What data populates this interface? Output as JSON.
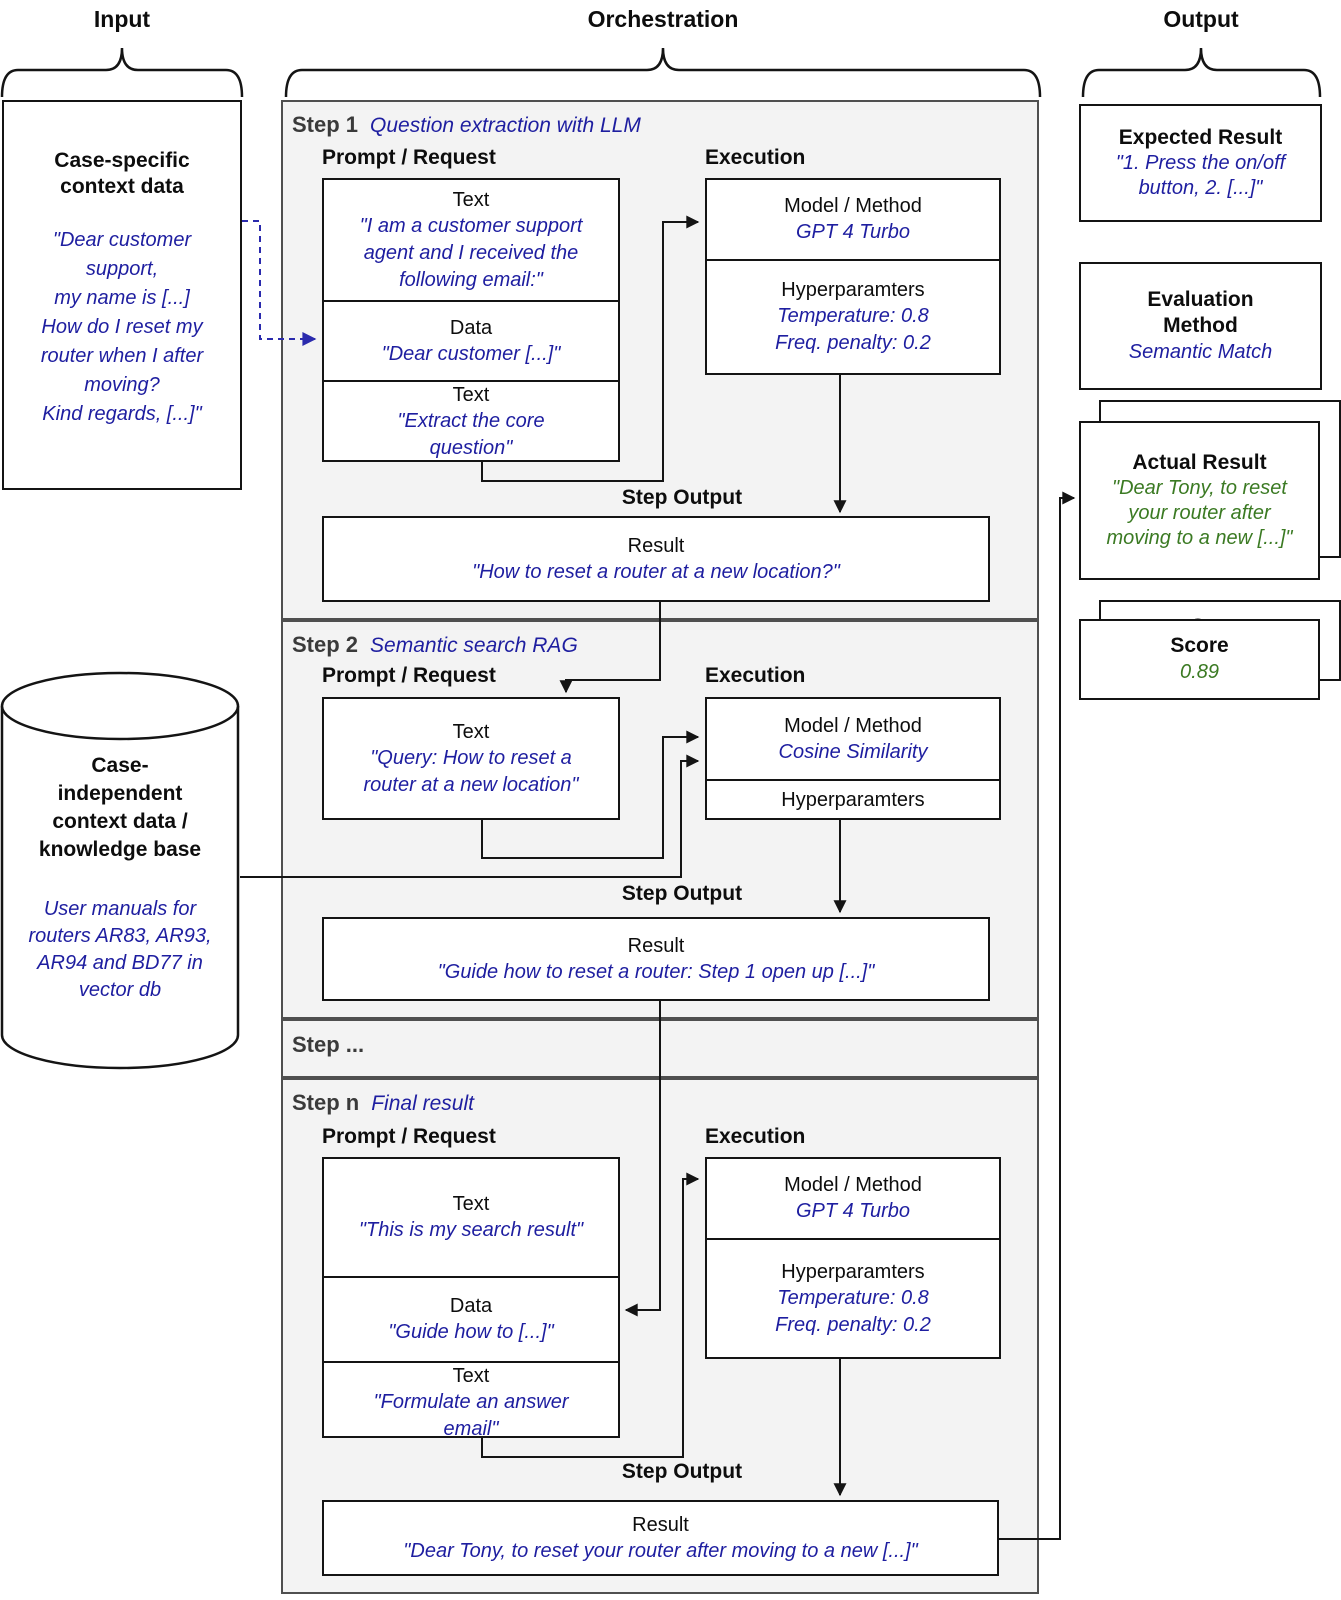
{
  "colors": {
    "accent_blue": "#1e1ea0",
    "result_green": "#3b7a23",
    "step_fill": "#f3f3f3"
  },
  "sections": {
    "input": "Input",
    "orchestration": "Orchestration",
    "output": "Output"
  },
  "input": {
    "case_specific": {
      "title": "Case-specific\ncontext data",
      "quote": "\"Dear customer\nsupport,\nmy name is [...]\nHow do I reset my\nrouter when I after\nmoving?\nKind regards, [...]\""
    },
    "knowledge_base": {
      "title": "Case-\nindependent\ncontext data /\nknowledge base",
      "quote": "User manuals for\nrouters AR83, AR93,\nAR94 and BD77 in\nvector db"
    }
  },
  "steps": {
    "step1": {
      "title": "Step 1",
      "subtitle": "Question extraction with LLM",
      "prompt_header": "Prompt / Request",
      "execution_header": "Execution",
      "output_header": "Step Output",
      "prompt_items": [
        {
          "label": "Text",
          "value": "\"I am a customer support\nagent and I received the\nfollowing email:\""
        },
        {
          "label": "Data",
          "value": "\"Dear customer [...]\""
        },
        {
          "label": "Text",
          "value": "\"Extract  the core\nquestion\""
        }
      ],
      "model_label": "Model / Method",
      "model_value": "GPT 4 Turbo",
      "hyper_label": "Hyperparamters",
      "hyper_value": "Temperature: 0.8\nFreq. penalty: 0.2",
      "result_label": "Result",
      "result_value": "\"How to reset a router at a new location?\""
    },
    "step2": {
      "title": "Step 2",
      "subtitle": "Semantic search RAG",
      "prompt_header": "Prompt / Request",
      "execution_header": "Execution",
      "output_header": "Step Output",
      "prompt_items": [
        {
          "label": "Text",
          "value": "\"Query: How to reset a\nrouter at a new location\""
        }
      ],
      "model_label": "Model / Method",
      "model_value": "Cosine Similarity",
      "hyper_label": "Hyperparamters",
      "result_label": "Result",
      "result_value": "\"Guide how to reset a router: Step 1 open up [...]\""
    },
    "step_dots": {
      "title": "Step ..."
    },
    "stepn": {
      "title": "Step n",
      "subtitle": "Final result",
      "prompt_header": "Prompt / Request",
      "execution_header": "Execution",
      "output_header": "Step Output",
      "prompt_items": [
        {
          "label": "Text",
          "value": "\"This is my search result\""
        },
        {
          "label": "Data",
          "value": "\"Guide how to [...]\""
        },
        {
          "label": "Text",
          "value": "\"Formulate an answer\nemail\""
        }
      ],
      "model_label": "Model / Method",
      "model_value": "GPT 4 Turbo",
      "hyper_label": "Hyperparamters",
      "hyper_value": "Temperature: 0.8\nFreq. penalty: 0.2",
      "result_label": "Result",
      "result_value": "\"Dear Tony, to reset your router after moving to a new [...]\""
    }
  },
  "output": {
    "expected": {
      "title": "Expected Result",
      "value": "\"1. Press the on/off\nbutton, 2. [...]\""
    },
    "evaluation": {
      "title": "Evaluation\nMethod",
      "value": "Semantic Match"
    },
    "actual": {
      "title": "Actual Result",
      "value": "\"Dear Tony, to reset\nyour router after\nmoving to a new [...]\""
    },
    "score": {
      "title": "Score",
      "value": "0.89"
    }
  }
}
